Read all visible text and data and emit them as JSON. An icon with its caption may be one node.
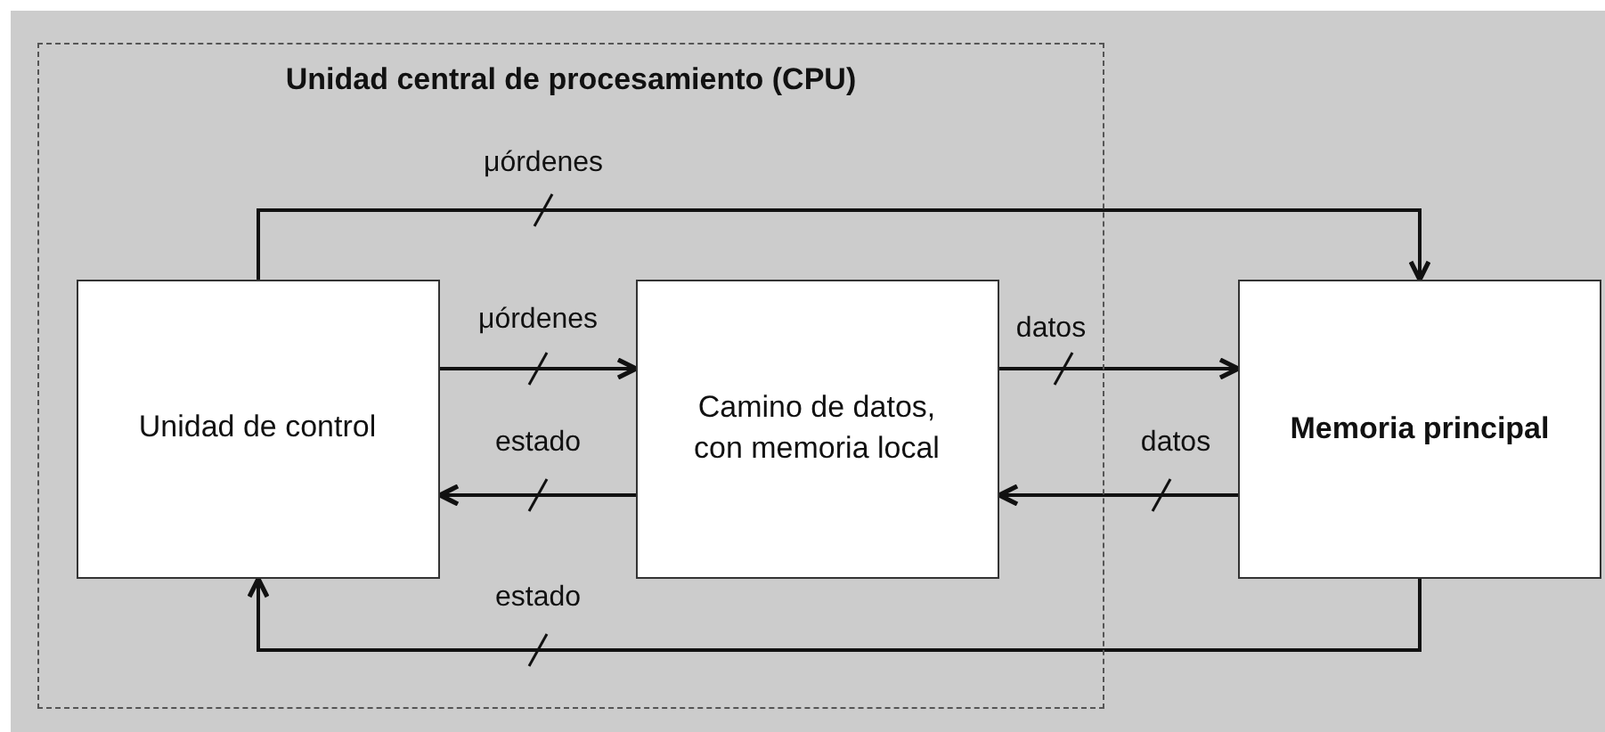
{
  "diagram": {
    "nodes": [
      {
        "text": [
          "Unidad central de procesamiento (CPU)"
        ]
      },
      {
        "text": [
          "Unidad de control"
        ],
        "in": 0
      },
      {
        "text": [
          "Camino de datos, con memoria local"
        ],
        "in": 0
      },
      {
        "text": [
          "Memoria principal"
        ]
      }
    ],
    "edges": [
      {
        "from": 1,
        "to": 3,
        "arrow": "to",
        "label": "μórdenes"
      },
      {
        "from": 1,
        "to": 2,
        "arrow": "to",
        "label": "μórdenes"
      },
      {
        "from": 2,
        "to": 1,
        "arrow": "to",
        "label": "estado"
      },
      {
        "from": 2,
        "to": 3,
        "arrow": "to",
        "label": "datos"
      },
      {
        "from": 3,
        "to": 2,
        "arrow": "to",
        "label": "datos"
      },
      {
        "from": 3,
        "to": 1,
        "arrow": "to",
        "label": "estado"
      }
    ]
  }
}
